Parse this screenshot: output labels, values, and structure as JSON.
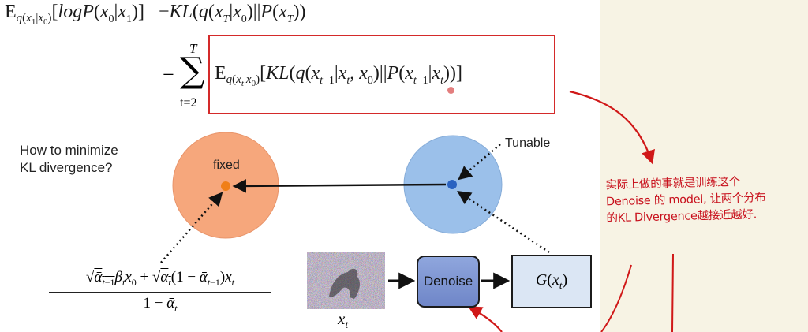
{
  "equation": {
    "line1": "E_{q(x_1|x_0)}[logP(x_0|x_1)] −KL(q(x_T|x_0)||P(x_T))",
    "sum_upper": "T",
    "sum_lower": "t=2",
    "boxed_term": "E_{q(x_t|x_0)}[KL(q(x_{t−1}|x_t, x_0)||P(x_{t−1}|x_t))]"
  },
  "question": {
    "line1": "How to minimize",
    "line2": "KL divergence?"
  },
  "circles": {
    "fixed_label": "fixed",
    "tunable_label": "Tunable",
    "fixed_color": "#f6a77c",
    "tunable_color": "#9bc0ea",
    "fixed_dot_color": "#f07f18",
    "tunable_dot_color": "#2a62c0"
  },
  "fraction": {
    "numerator": "√ā_{t−1}β_t x_0 + √α_t(1 − ā_{t−1})x_t",
    "denominator": "1 − ā_t"
  },
  "pipeline": {
    "input_label": "x_t",
    "denoise_label": "Denoise",
    "output_label": "G(x_t)"
  },
  "annotation": {
    "line1": "实际上做的事就是训练这个",
    "line2": "Denoise 的 model, 让两个分布",
    "line3": "的KL  Divergence越接近越好.",
    "color": "#c8101c"
  }
}
